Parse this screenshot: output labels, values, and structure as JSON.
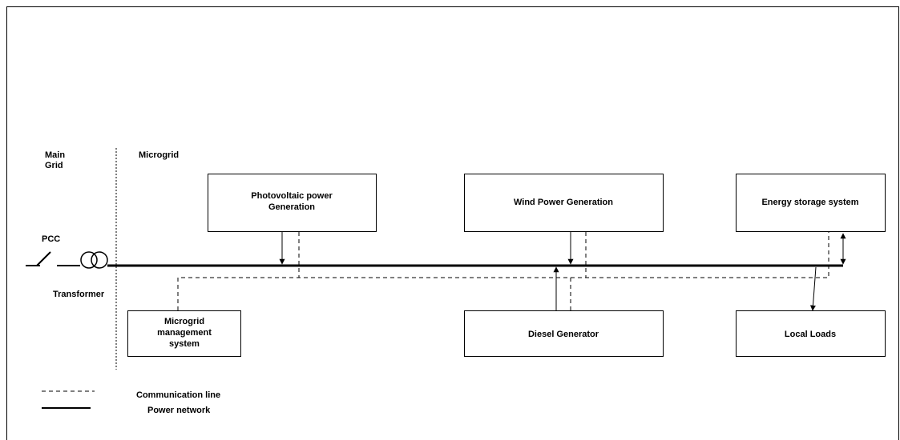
{
  "labels": {
    "main_grid_line1": "Main",
    "main_grid_line2": "Grid",
    "microgrid": "Microgrid",
    "pcc": "PCC",
    "transformer": "Transformer"
  },
  "boxes": {
    "pv_line1": "Photovoltaic power",
    "pv_line2": "Generation",
    "wind": "Wind Power Generation",
    "ess": "Energy storage system",
    "mms_line1": "Microgrid",
    "mms_line2": "management",
    "mms_line3": "system",
    "diesel": "Diesel Generator",
    "loads": "Local Loads"
  },
  "legend": {
    "communication": "Communication line",
    "power": "Power network"
  }
}
